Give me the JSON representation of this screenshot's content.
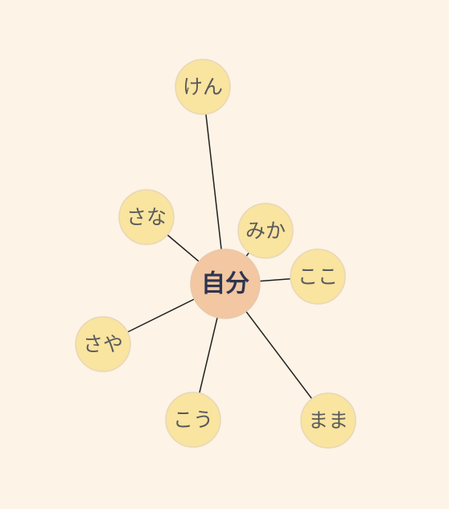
{
  "diagram": {
    "center": {
      "id": "self",
      "label": "自分"
    },
    "nodes": [
      {
        "id": "ken",
        "label": "けん"
      },
      {
        "id": "sana",
        "label": "さな"
      },
      {
        "id": "mika",
        "label": "みか"
      },
      {
        "id": "koko",
        "label": "ここ"
      },
      {
        "id": "saya",
        "label": "さや"
      },
      {
        "id": "kou",
        "label": "こう"
      },
      {
        "id": "mama",
        "label": "まま"
      }
    ],
    "edges": [
      {
        "from": "self",
        "to": "ken"
      },
      {
        "from": "self",
        "to": "sana"
      },
      {
        "from": "self",
        "to": "mika"
      },
      {
        "from": "self",
        "to": "koko"
      },
      {
        "from": "self",
        "to": "saya"
      },
      {
        "from": "self",
        "to": "kou"
      },
      {
        "from": "self",
        "to": "mama"
      }
    ]
  },
  "colors": {
    "background": "#fdf3e6",
    "node_fill": "#f9e4a0",
    "center_fill": "#f2c7a1",
    "edge": "#1f1f1f",
    "center_text": "#2e3450",
    "node_text": "#5a5a5a"
  }
}
